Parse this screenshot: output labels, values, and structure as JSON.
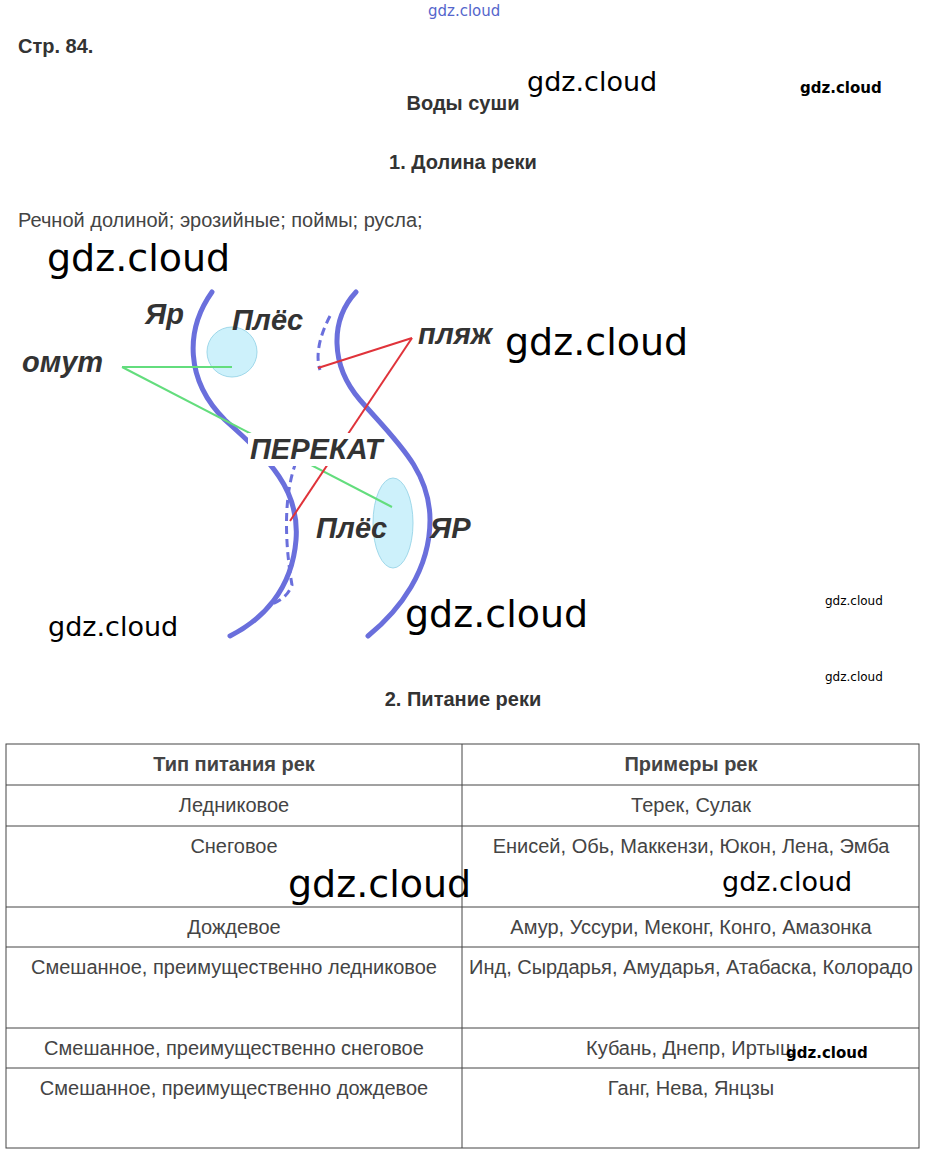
{
  "diagram": {
    "title": "Воды суши",
    "labels": [
      "gdz.cloud",
      "Стр. 84.",
      "gdz.cloud",
      "gdz.cloud",
      "1. Долина реки",
      "Речной долиной; эрозийные; поймы; русла;",
      "gdz.cloud",
      "Яр",
      "Плёс",
      "пляж",
      "gdz.cloud",
      "омут",
      "ПЕРЕКАТ",
      "Плёс",
      "ЯР",
      "gdz.cloud",
      "gdz.cloud",
      "gdz.cloud",
      "gdz.cloud",
      "2. Питание реки",
      "Тип питания рек",
      "Примеры рек",
      "Ледниковое",
      "Терек, Сулак",
      "Снеговое",
      "Енисей, Обь, Маккензи, Юкон, Лена, Эмба",
      "Дождевое",
      "Амур, Уссури, Меконг, Конго, Амазонка",
      "Смешанное, преимущественно ледниковое",
      "Инд, Сырдарья, Амударья, Атабаска, Колорадо",
      "Смешанное, преимущественно снеговое",
      "Кубань, Днепр, Иртыш",
      "Смешанное, преимущественно дождевое",
      "Ганг, Нева, Янцзы",
      "gdz.cloud",
      "gdz.cloud",
      "gdz.cloud"
    ]
  }
}
